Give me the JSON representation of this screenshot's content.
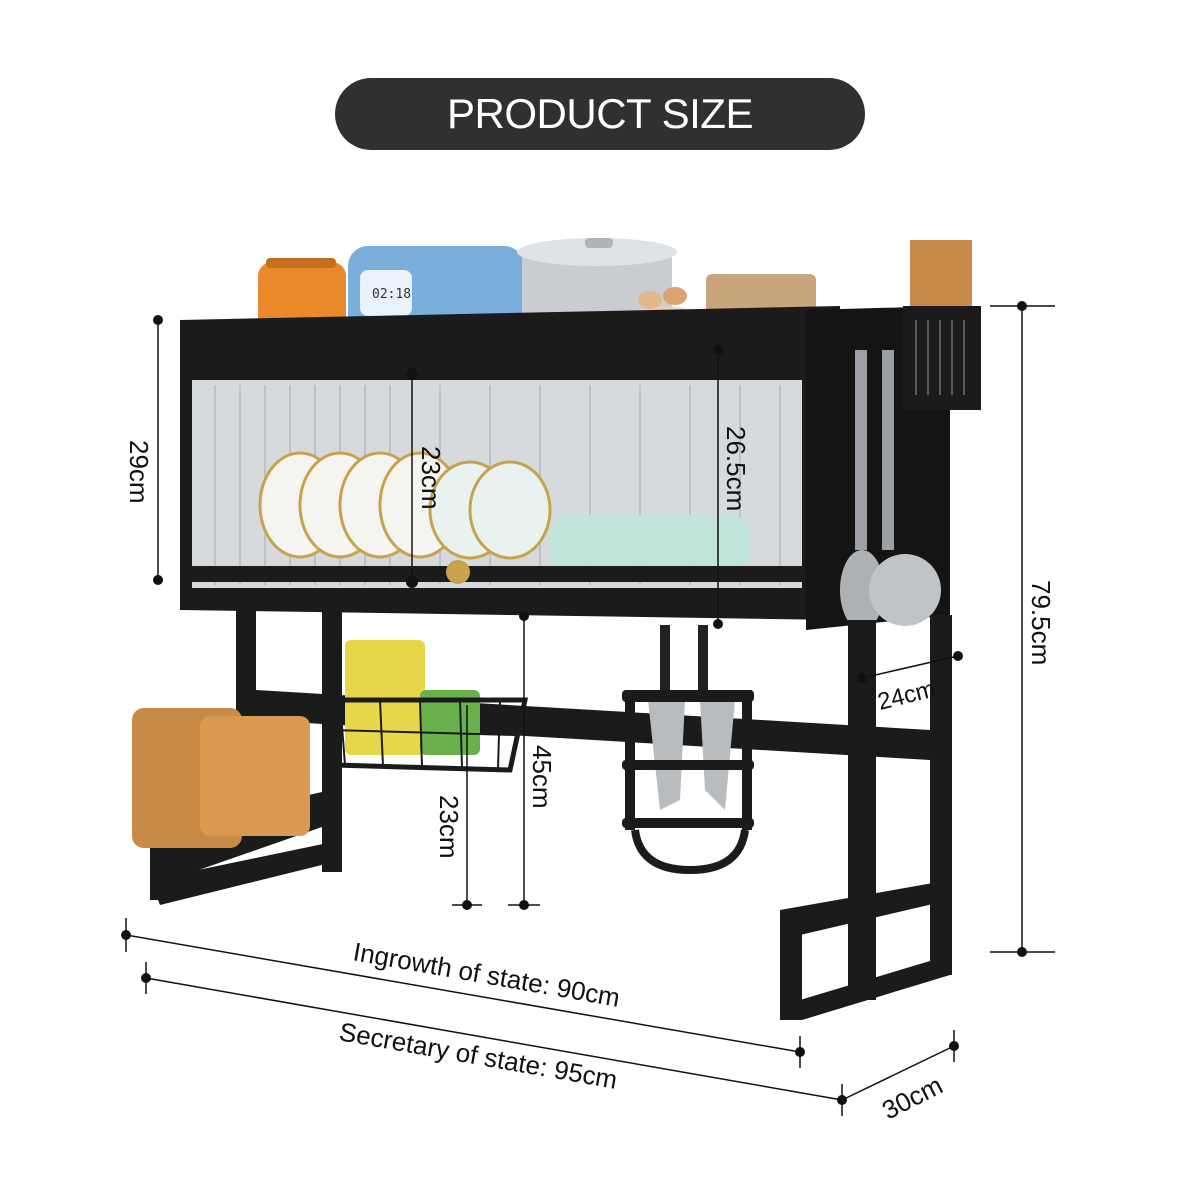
{
  "title": "PRODUCT SIZE",
  "dimensions": {
    "height_upper": "29cm",
    "inner_height": "23cm",
    "cabinet_height": "26.5cm",
    "total_height": "79.5cm",
    "depth_top": "24cm",
    "clearance": "45cm",
    "basket_height": "23cm",
    "inner_width": "Ingrowth of state: 90cm",
    "outer_width": "Secretary of state: 95cm",
    "depth_base": "30cm"
  },
  "colors": {
    "frame": "#1b1b1b",
    "title_bg": "#303030",
    "accent_wood": "#c98a45"
  }
}
